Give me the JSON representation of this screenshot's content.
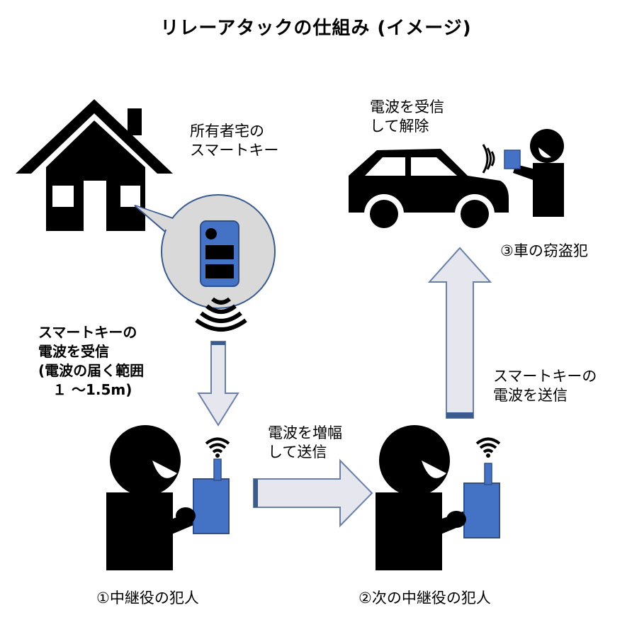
{
  "title": "リレーアタックの仕組み (イメージ)",
  "labels": {
    "house_key": "所有者宅の\nスマートキー",
    "receive": "スマートキーの\n電波を受信\n(電波の届く範囲\n　１ ～1.5m)",
    "amplify": "電波を増幅\nして送信",
    "car_receive": "電波を受信\nして解除",
    "send_key": "スマートキーの\n電波を送信",
    "thief": "③車の窃盗犯",
    "relay1": "①中継役の犯人",
    "relay2": "②次の中継役の犯人"
  },
  "colors": {
    "device_blue": "#4472c4",
    "arrow_fill": "#e6e6ee",
    "arrow_stroke": "#3b5a8f",
    "bubble_fill": "#d9d9d9"
  },
  "icons": [
    "house-icon",
    "speech-bubble",
    "smart-key-icon",
    "signal-waves-icon",
    "person-icon",
    "relay-device-icon",
    "wifi-icon",
    "car-icon"
  ]
}
